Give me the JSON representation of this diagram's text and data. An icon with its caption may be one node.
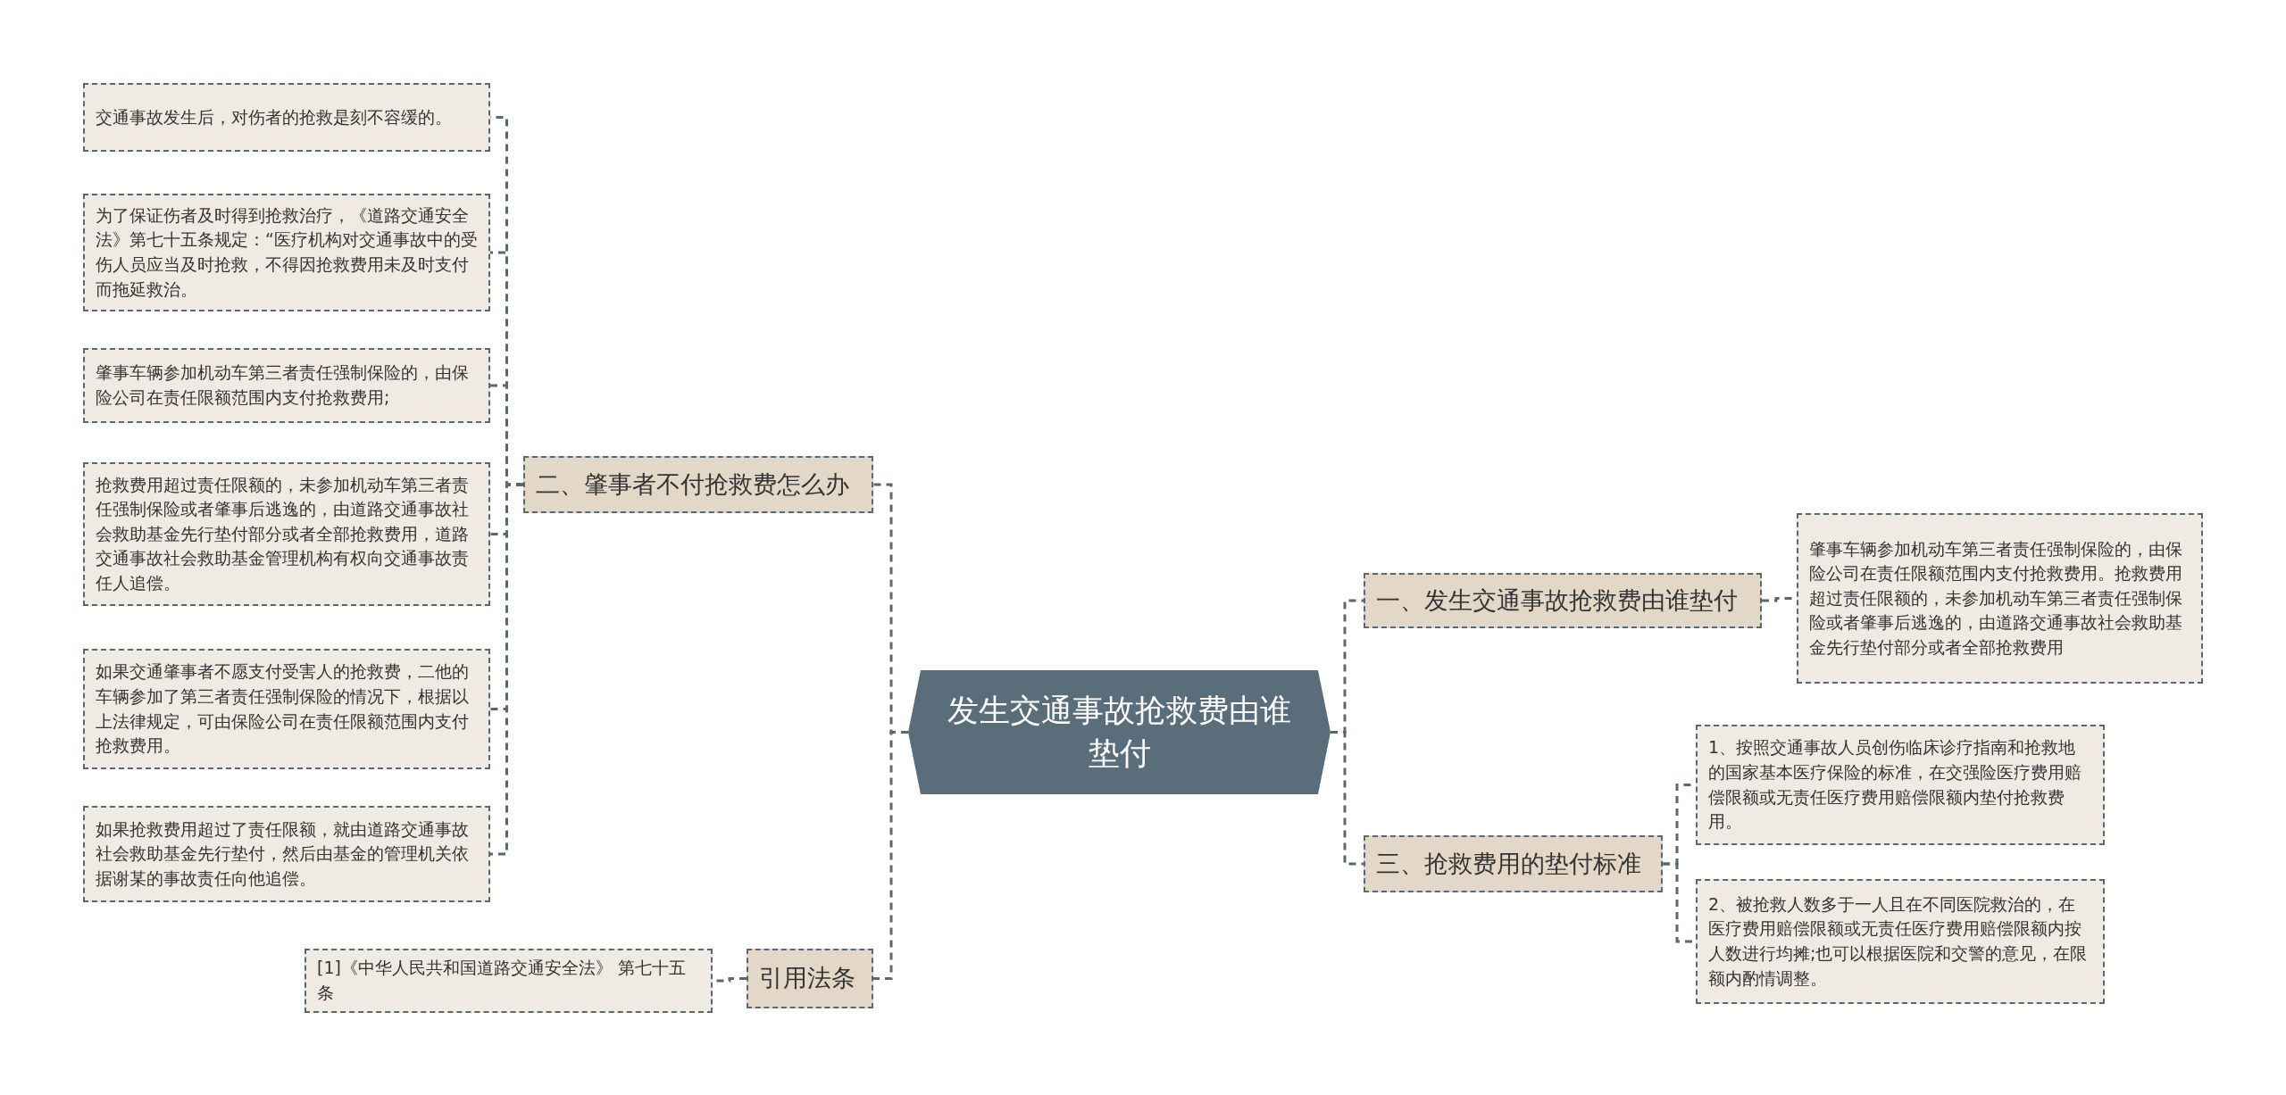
{
  "diagram": {
    "nodes": [
      {
        "text": [
          "发生交通事故抢救费由谁垫付"
        ]
      },
      {
        "text": [
          "二、肇事者不付抢救费怎么办"
        ]
      },
      {
        "text": [
          "交通事故发生后，对伤者的抢救是刻不容缓的。"
        ]
      },
      {
        "text": [
          "为了保证伤者及时得到抢救治疗，《道路交通安全法》第七十五条规定：“医疗机构对交通事故中的受伤人员应当及时抢救，不得因抢救费用未及时支付而拖延救治。"
        ]
      },
      {
        "text": [
          "肇事车辆参加机动车第三者责任强制保险的，由保险公司在责任限额范围内支付抢救费用;"
        ]
      },
      {
        "text": [
          "抢救费用超过责任限额的，未参加机动车第三者责任强制保险或者肇事后逃逸的，由道路交通事故社会救助基金先行垫付部分或者全部抢救费用，道路交通事故社会救助基金管理机构有权向交通事故责任人追偿。"
        ]
      },
      {
        "text": [
          "如果交通肇事者不愿支付受害人的抢救费，二他的车辆参加了第三者责任强制保险的情况下，根据以上法律规定，可由保险公司在责任限额范围内支付抢救费用。"
        ]
      },
      {
        "text": [
          "如果抢救费用超过了责任限额，就由道路交通事故社会救助基金先行垫付，然后由基金的管理机关依据谢某的事故责任向他追偿。"
        ]
      },
      {
        "text": [
          "引用法条"
        ]
      },
      {
        "text": [
          "[1]《中华人民共和国道路交通安全法》 第七十五条"
        ]
      },
      {
        "text": [
          "一、发生交通事故抢救费由谁垫付"
        ]
      },
      {
        "text": [
          "肇事车辆参加机动车第三者责任强制保险的，由保险公司在责任限额范围内支付抢救费用。抢救费用超过责任限额的，未参加机动车第三者责任强制保险或者肇事后逃逸的，由道路交通事故社会救助基金先行垫付部分或者全部抢救费用"
        ]
      },
      {
        "text": [
          "三、抢救费用的垫付标准"
        ]
      },
      {
        "text": [
          "1、按照交通事故人员创伤临床诊疗指南和抢救地的国家基本医疗保险的标准，在交强险医疗费用赔偿限额或无责任医疗费用赔偿限额内垫付抢救费用。"
        ]
      },
      {
        "text": [
          "2、被抢救人数多于一人且在不同医院救治的，在医疗费用赔偿限额或无责任医疗费用赔偿限额内按人数进行均摊;也可以根据医院和交警的意见，在限额内酌情调整。"
        ]
      }
    ],
    "edges": [
      {
        "from": 0,
        "to": 1,
        "arrow": "none",
        "style": "dashed"
      },
      {
        "from": 1,
        "to": 2,
        "arrow": "none",
        "style": "dashed"
      },
      {
        "from": 1,
        "to": 3,
        "arrow": "none",
        "style": "dashed"
      },
      {
        "from": 1,
        "to": 4,
        "arrow": "none",
        "style": "dashed"
      },
      {
        "from": 1,
        "to": 5,
        "arrow": "none",
        "style": "dashed"
      },
      {
        "from": 1,
        "to": 6,
        "arrow": "none",
        "style": "dashed"
      },
      {
        "from": 1,
        "to": 7,
        "arrow": "none",
        "style": "dashed"
      },
      {
        "from": 0,
        "to": 8,
        "arrow": "none",
        "style": "dashed"
      },
      {
        "from": 8,
        "to": 9,
        "arrow": "none",
        "style": "dashed"
      },
      {
        "from": 0,
        "to": 10,
        "arrow": "none",
        "style": "dashed"
      },
      {
        "from": 10,
        "to": 11,
        "arrow": "none",
        "style": "dashed"
      },
      {
        "from": 0,
        "to": 12,
        "arrow": "none",
        "style": "dashed"
      },
      {
        "from": 12,
        "to": 13,
        "arrow": "none",
        "style": "dashed"
      },
      {
        "from": 12,
        "to": 14,
        "arrow": "none",
        "style": "dashed"
      }
    ]
  }
}
